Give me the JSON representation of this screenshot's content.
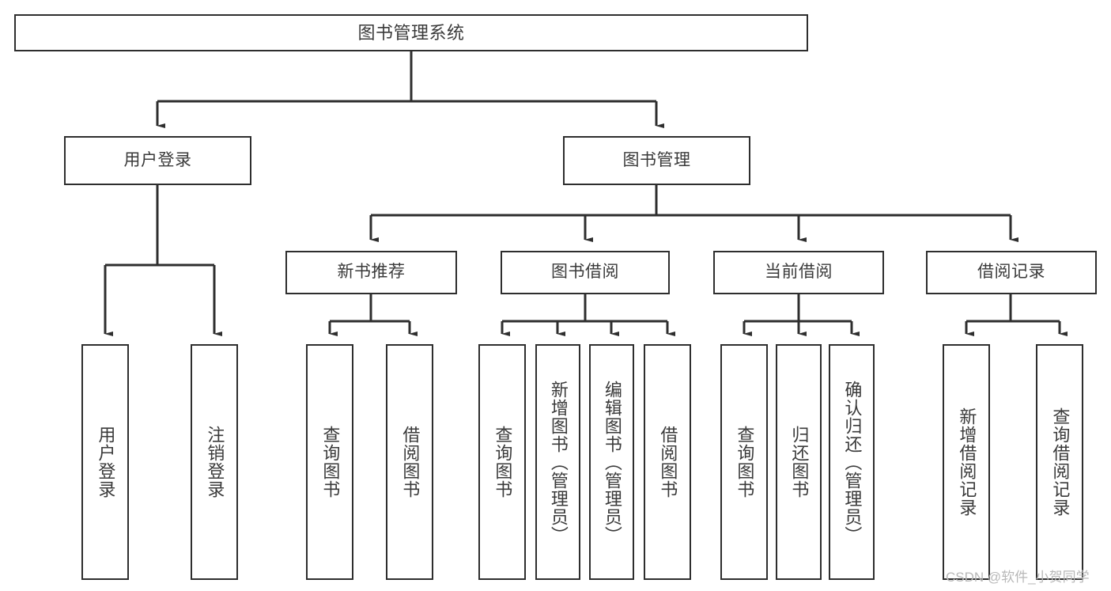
{
  "diagram": {
    "title": "图书管理系统",
    "type": "hierarchy-tree",
    "style": {
      "box_border": "#2e2e2e",
      "box_fill": "#ffffff",
      "text": "#3a3a3a",
      "connector": "#2e2e2e",
      "background": "#ffffff",
      "watermark": "#b8b8b8"
    }
  },
  "root": {
    "label": "图书管理系统"
  },
  "level2": [
    {
      "label": "用户登录"
    },
    {
      "label": "图书管理"
    }
  ],
  "level3": [
    {
      "label": "新书推荐"
    },
    {
      "label": "图书借阅"
    },
    {
      "label": "当前借阅"
    },
    {
      "label": "借阅记录"
    }
  ],
  "leaves": {
    "user_login": [
      {
        "label": "用户登录"
      },
      {
        "label": "注销登录"
      }
    ],
    "new_book_recommend": [
      {
        "label": "查询图书"
      },
      {
        "label": "借阅图书"
      }
    ],
    "book_borrow": [
      {
        "label": "查询图书"
      },
      {
        "label": "新增图书（管理员）"
      },
      {
        "label": "编辑图书（管理员）"
      },
      {
        "label": "借阅图书"
      }
    ],
    "current_borrow": [
      {
        "label": "查询图书"
      },
      {
        "label": "归还图书"
      },
      {
        "label": "确认归还（管理员）"
      }
    ],
    "borrow_record": [
      {
        "label": "新增借阅记录"
      },
      {
        "label": "查询借阅记录"
      }
    ]
  },
  "watermark": {
    "text": "CSDN @软件_小贺同学"
  }
}
